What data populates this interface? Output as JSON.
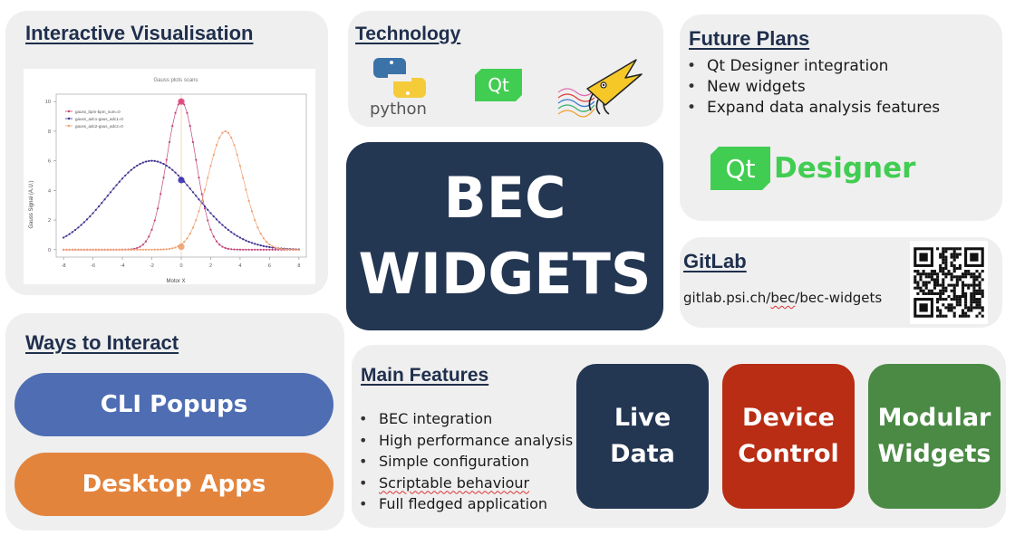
{
  "interactive": {
    "title": "Interactive Visualisation",
    "plot": {
      "title": "Gauss plots scans",
      "ylabel": "Gauss Signal (A.U.)",
      "xlabel": "Motor X",
      "legend": [
        "gauss_bpm-bpm_sum=0",
        "gauss_adc1-gaus_adc1=0",
        "gauss_adc2-gaus_adc2=0"
      ]
    }
  },
  "chart_data": {
    "type": "line",
    "title": "Gauss plots scans",
    "xlabel": "Motor X",
    "ylabel": "Gauss Signal (A.U.)",
    "xlim": [
      -8.5,
      8.5
    ],
    "ylim": [
      -0.5,
      10.5
    ],
    "x_ticks": [
      "-8",
      "-6",
      "-4",
      "-2",
      "0",
      "2",
      "4",
      "6",
      "8"
    ],
    "y_ticks": [
      "0",
      "2",
      "4",
      "6",
      "8",
      "10"
    ],
    "grid": false,
    "legend": "top-left",
    "series": [
      {
        "name": "gauss_bpm-bpm_sum=0",
        "color": "#c2457a",
        "center": 0,
        "amplitude": 10,
        "sigma": 1
      },
      {
        "name": "gauss_adc1-gaus_adc1=0",
        "color": "#3b2f8f",
        "center": -2,
        "amplitude": 6,
        "sigma": 3
      },
      {
        "name": "gauss_adc2-gaus_adc2=0",
        "color": "#f0a070",
        "center": 3,
        "amplitude": 8,
        "sigma": 1.2
      }
    ],
    "markers": [
      {
        "x": 0,
        "y": 10,
        "color": "#e0407a"
      },
      {
        "x": 0,
        "y": 4.7,
        "color": "#3b2fb0"
      },
      {
        "x": 0,
        "y": 0.2,
        "color": "#f0a070"
      }
    ]
  },
  "technology": {
    "title": "Technology",
    "python_label": "python",
    "qt_label": "Qt"
  },
  "future": {
    "title": "Future Plans",
    "items": [
      "Qt Designer integration",
      "New widgets",
      "Expand data analysis features"
    ],
    "designer_logo_qt": "Qt",
    "designer_logo_text": "Designer"
  },
  "center": {
    "line1": "BEC",
    "line2": "WIDGETS"
  },
  "gitlab": {
    "title": "GitLab",
    "url_prefix": "gitlab.psi.ch/",
    "url_mid": "bec",
    "url_slash": "/",
    "url_end": "bec-widgets"
  },
  "interact": {
    "title": "Ways to Interact",
    "cli": "CLI Popups",
    "desktop": "Desktop Apps"
  },
  "features": {
    "title": "Main Features",
    "items": [
      "BEC integration",
      "High performance analysis",
      "Simple configuration",
      "Scriptable behaviour",
      "Full fledged application"
    ],
    "boxes": [
      {
        "line1": "Live",
        "line2": "Data"
      },
      {
        "line1": "Device",
        "line2": "Control"
      },
      {
        "line1": "Modular",
        "line2": "Widgets"
      }
    ]
  },
  "colors": {
    "navy": "#233652",
    "red": "#b92d14",
    "green": "#4a8a44",
    "cli_blue": "#4e6db3",
    "desktop_orange": "#e3843d",
    "qt_green": "#41cd52",
    "panel": "#efefef"
  }
}
